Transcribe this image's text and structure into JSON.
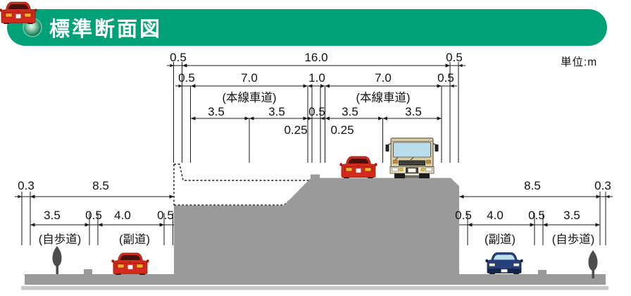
{
  "header": {
    "title": "標準断面図"
  },
  "unit_label": "単位:m",
  "top_dims": {
    "row1": [
      "0.5",
      "16.0",
      "0.5"
    ],
    "row2": [
      "0.5",
      "7.0",
      "1.0",
      "7.0",
      "0.5"
    ],
    "carriageway_left": "(本線車道)",
    "carriageway_right": "(本線車道)",
    "lane_rows": [
      "3.5",
      "3.5",
      "0.5",
      "3.5",
      "3.5"
    ],
    "margins": [
      "0.25",
      "0.25"
    ]
  },
  "left_side": {
    "row1": [
      "0.3",
      "8.5"
    ],
    "row2": [
      "3.5",
      "0.5",
      "4.0",
      "0.5"
    ],
    "labels": [
      "(自歩道)",
      "(副道)"
    ]
  },
  "right_side": {
    "row1": [
      "8.5",
      "0.3"
    ],
    "row2": [
      "0.5",
      "4.0",
      "0.5",
      "3.5"
    ],
    "labels": [
      "(副道)",
      "(自歩道)"
    ]
  },
  "colors": {
    "accent_green": "#00a176",
    "embankment_gray": "#9a9a9a",
    "shadow_gray": "#c7c7c7",
    "red_car": "#d22b1c",
    "blue_car": "#26407b",
    "truck_tan": "#d9cda4",
    "windshield_blue": "#badded"
  }
}
